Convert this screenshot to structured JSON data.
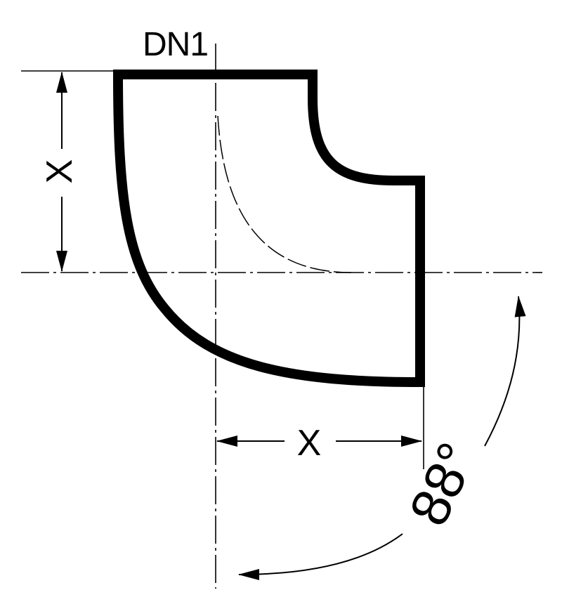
{
  "labels": {
    "nominal_diameter": "DN1",
    "dimension_vertical": "X",
    "dimension_horizontal": "X",
    "angle": "88°"
  }
}
